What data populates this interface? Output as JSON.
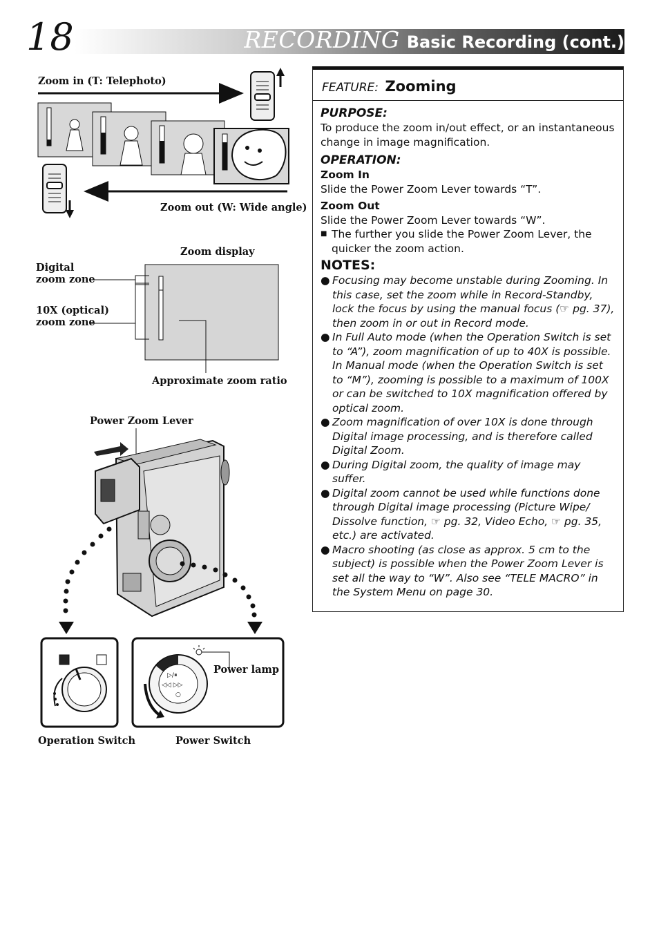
{
  "header": {
    "page_number": "18",
    "title": "RECORDING",
    "subtitle": "Basic Recording (cont.)"
  },
  "figure": {
    "zoom_in_label": "Zoom in (T: Telephoto)",
    "zoom_out_label": "Zoom out (W: Wide angle)",
    "zoom_display_label": "Zoom display",
    "digital_zone_label_1": "Digital",
    "digital_zone_label_2": "zoom zone",
    "optical_zone_label_1": "10X (optical)",
    "optical_zone_label_2": "zoom zone",
    "approx_ratio_label": "Approximate zoom ratio",
    "power_zoom_lever_label": "Power Zoom Lever",
    "power_lamp_label": "Power lamp",
    "operation_switch_label": "Operation Switch",
    "power_switch_label": "Power Switch"
  },
  "feature": {
    "feature_label": "FEATURE:",
    "feature_title": "Zooming",
    "purpose_heading": "PURPOSE:",
    "purpose_text": "To produce the zoom in/out effect, or an instantaneous change in image magnification.",
    "operation_heading": "OPERATION:",
    "zoom_in_heading": "Zoom In",
    "zoom_in_text": "Slide the Power Zoom Lever towards “T”.",
    "zoom_out_heading": "Zoom Out",
    "zoom_out_text": "Slide the Power Zoom Lever towards “W”.",
    "operation_bullet": "The further you slide the Power Zoom Lever, the quicker the zoom action.",
    "notes_heading": "NOTES:",
    "notes": [
      "Focusing may become unstable during Zooming. In this case, set the zoom while in Record-Standby, lock the focus by using the manual focus (☞ pg. 37), then zoom in or out in Record mode.",
      "In Full Auto mode (when the Operation Switch is set to “A”), zoom magnification of up to 40X is possible. In Manual mode (when the Operation Switch is set to “M”), zooming is possible to a maximum of 100X or can be switched to 10X magnification offered by optical zoom.",
      "Zoom magnification of over 10X is done through Digital image processing, and is therefore called Digital Zoom.",
      "During Digital zoom, the quality of image may suffer.",
      "Digital zoom cannot be used while functions done through Digital image processing (Picture Wipe/ Dissolve function, ☞ pg. 32, Video Echo, ☞ pg. 35, etc.) are activated.",
      "Macro shooting (as close as approx. 5 cm to the subject) is possible when the Power Zoom Lever is set all the way to “W”. Also see “TELE MACRO” in the System Menu on page 30."
    ]
  }
}
